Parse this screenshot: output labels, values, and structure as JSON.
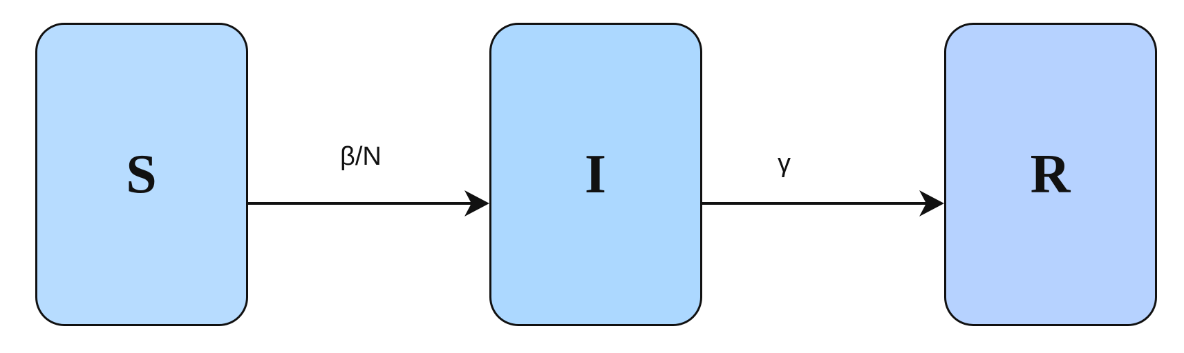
{
  "compartments": {
    "s": {
      "label": "S",
      "color": "#b7dcff"
    },
    "i": {
      "label": "I",
      "color": "#acd8ff"
    },
    "r": {
      "label": "R",
      "color": "#b6d2ff"
    }
  },
  "transitions": {
    "s_to_i": {
      "label": "β/N"
    },
    "i_to_r": {
      "label": "γ"
    }
  },
  "colors": {
    "stroke": "#111111",
    "background": "#ffffff"
  }
}
